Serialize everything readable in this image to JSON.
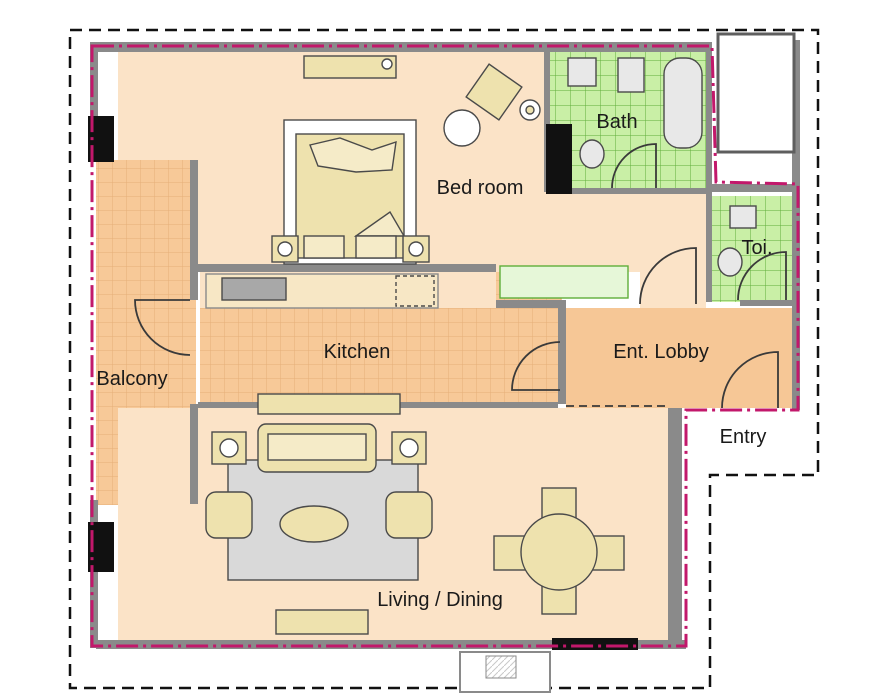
{
  "rooms": {
    "bedroom": "Bed room",
    "bath": "Bath",
    "toilet": "Toi.",
    "kitchen": "Kitchen",
    "lobby": "Ent. Lobby",
    "balcony": "Balcony",
    "living": "Living / Dining",
    "entry": "Entry"
  },
  "colors": {
    "floor": "#FBE3C7",
    "tile": "#F7C998",
    "tile_grid": "#E6AE78",
    "wet_tile": "#C9EFA6",
    "wet_grid": "#5FAE3A",
    "wall": "#8A8A8A",
    "wall_dark": "#5E5E5E",
    "boundary": "#C2186B",
    "furniture": "#EEE2AE",
    "furniture_line": "#4A4A4A",
    "rug": "#D9D9D9",
    "lobby": "#F6C796",
    "column": "#111111"
  }
}
